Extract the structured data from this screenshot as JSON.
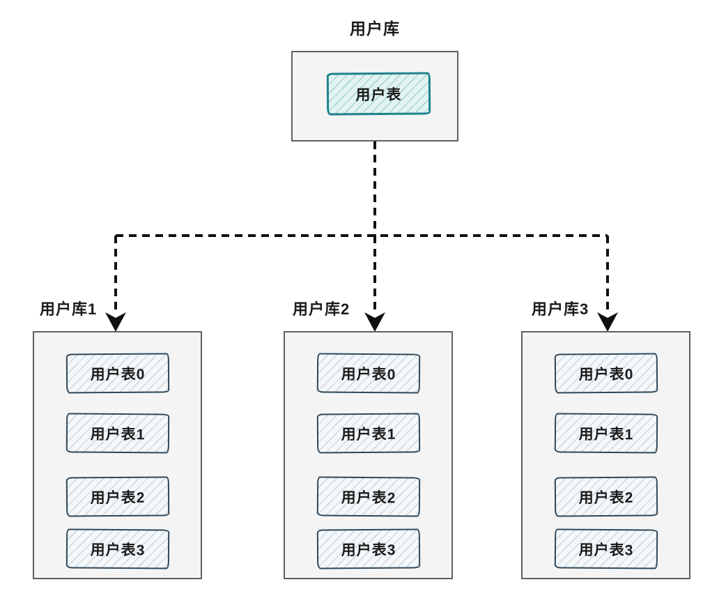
{
  "root": {
    "title": "用户库",
    "table_label": "用户表"
  },
  "shards": [
    {
      "label": "用户库1",
      "tables": [
        "用户表0",
        "用户表1",
        "用户表2",
        "用户表3"
      ]
    },
    {
      "label": "用户库2",
      "tables": [
        "用户表0",
        "用户表1",
        "用户表2",
        "用户表3"
      ]
    },
    {
      "label": "用户库3",
      "tables": [
        "用户表0",
        "用户表1",
        "用户表2",
        "用户表3"
      ]
    }
  ],
  "colors": {
    "background": "#ffffff",
    "container_fill": "#f4f4f4",
    "container_border": "#5f5f5f",
    "root_table_border": "#1f828d",
    "root_table_fill": "#e2f4f1",
    "shard_table_border": "#2f4759",
    "shard_table_fill": "#f5f8fa",
    "connector": "#101010",
    "text": "#1b1b1b"
  }
}
